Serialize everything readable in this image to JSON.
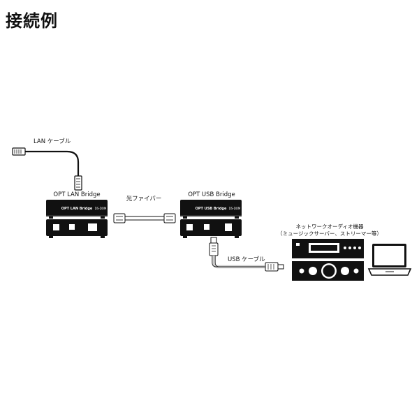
{
  "page": {
    "title": "接続例"
  },
  "labels": {
    "lan_cable": "LAN ケーブル",
    "opt_lan_bridge": "OPT LAN Bridge",
    "fiber": "光ファイバー",
    "opt_usb_bridge": "OPT USB Bridge",
    "usb_cable": "USB ケーブル",
    "network_audio": "ネットワークオーディオ機器",
    "network_audio_examples": "（ミュージックサーバー、ストリーマー等）"
  },
  "device_text": {
    "lan_front": "OPT LAN Bridge",
    "usb_front": "OPT USB Bridge",
    "brand": "DS-DOM"
  },
  "colors": {
    "ink": "#111111",
    "paper": "#ffffff",
    "cable": "#cccccc"
  }
}
